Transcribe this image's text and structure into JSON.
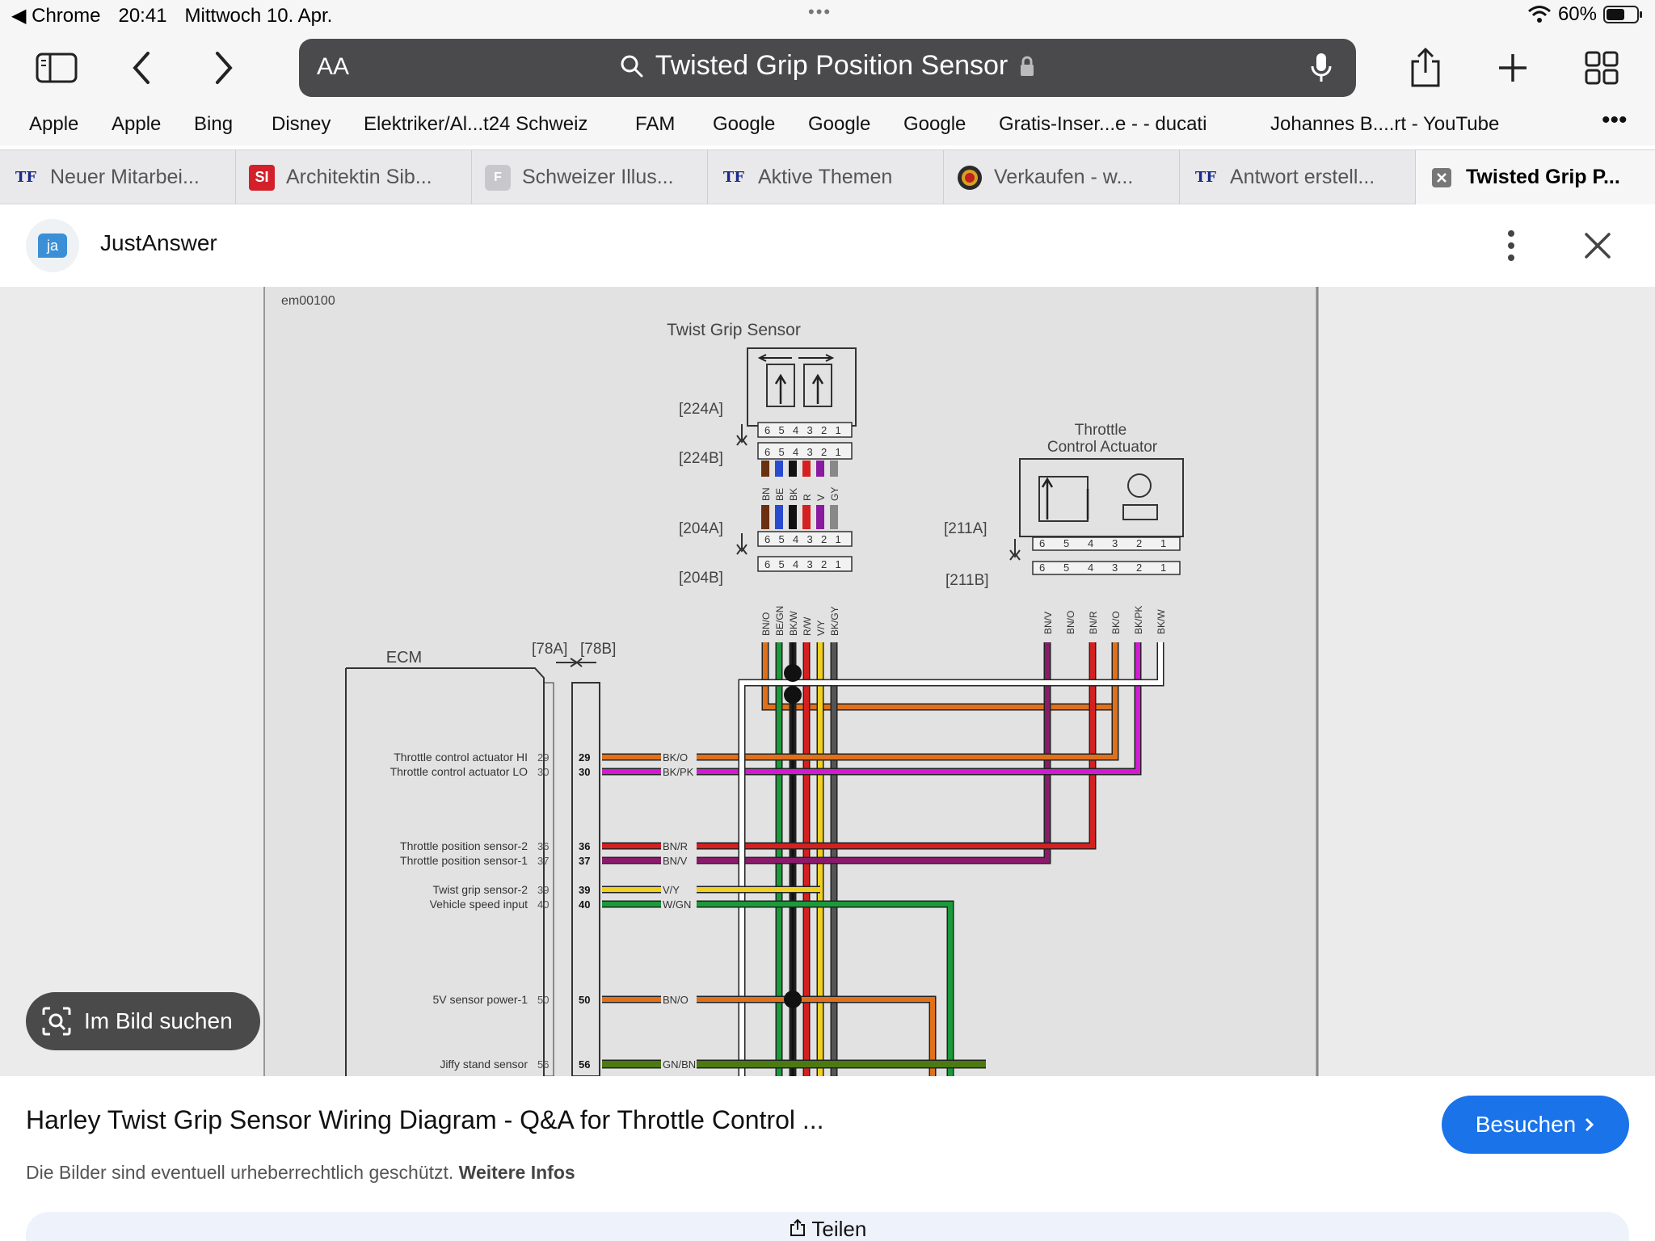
{
  "status_bar": {
    "back_app": "◀ Chrome",
    "time": "20:41",
    "date": "Mittwoch 10. Apr.",
    "battery": "60%",
    "battery_level": 0.6
  },
  "toolbar": {
    "aa_label": "AA",
    "url_title": "Twisted Grip Position Sensor"
  },
  "bookmarks": [
    "Apple",
    "Apple",
    "Bing",
    "Disney",
    "Elektriker/Al...t24 Schweiz",
    "FAM",
    "Google",
    "Google",
    "Google",
    "Gratis-Inser...e -  - ducati",
    "Johannes B....rt - YouTube"
  ],
  "tabs": [
    {
      "label": "Neuer Mitarbei...",
      "icon": "TF"
    },
    {
      "label": "Architektin Sib...",
      "icon": "SI"
    },
    {
      "label": "Schweizer Illus...",
      "icon": "F"
    },
    {
      "label": "Aktive Themen",
      "icon": "TF"
    },
    {
      "label": "Verkaufen - w...",
      "icon": "badge"
    },
    {
      "label": "Antwort erstell...",
      "icon": "TF"
    },
    {
      "label": "Twisted Grip P...",
      "icon": "close",
      "active": true
    }
  ],
  "site": {
    "name": "JustAnswer",
    "logo_text": "ja"
  },
  "diagram": {
    "code": "em00100",
    "twist_grip_title": "Twist Grip Sensor",
    "tca_title_1": "Throttle",
    "tca_title_2": "Control Actuator",
    "ecm_label": "ECM",
    "connectors": {
      "c224a": "[224A]",
      "c224b": "[224B]",
      "c204a": "[204A]",
      "c204b": "[204B]",
      "c211a": "[211A]",
      "c211b": "[211B]",
      "c78a": "[78A]",
      "c78b": "[78B]"
    },
    "pins_6": [
      "6",
      "5",
      "4",
      "3",
      "2",
      "1"
    ],
    "tgs_top_wires": [
      "BN",
      "BE",
      "BK",
      "R",
      "V",
      "GY"
    ],
    "tgs_bottom_wires": [
      "BN/O",
      "BE/GN",
      "BK/W",
      "R/W",
      "V/Y",
      "BK/GY"
    ],
    "tca_wires": [
      "BN/V",
      "BN/O",
      "BN/R",
      "BK/O",
      "BK/PK",
      "BK/W"
    ],
    "ecm_rows": [
      {
        "label": "Throttle control actuator HI",
        "pin": "29",
        "wire": "BK/O"
      },
      {
        "label": "Throttle control actuator LO",
        "pin": "30",
        "wire": "BK/PK"
      },
      {
        "label": "Throttle position sensor-2",
        "pin": "36",
        "wire": "BN/R"
      },
      {
        "label": "Throttle position sensor-1",
        "pin": "37",
        "wire": "BN/V"
      },
      {
        "label": "Twist grip sensor-2",
        "pin": "39",
        "wire": "V/Y"
      },
      {
        "label": "Vehicle speed input",
        "pin": "40",
        "wire": "W/GN"
      },
      {
        "label": "5V sensor power-1",
        "pin": "50",
        "wire": "BN/O"
      },
      {
        "label": "Jiffy stand sensor",
        "pin": "56",
        "wire": "GN/BN"
      }
    ]
  },
  "lens_button": "Im Bild suchen",
  "result": {
    "title": "Harley Twist Grip Sensor Wiring Diagram - Q&A for Throttle Control ...",
    "visit_label": "Besuchen",
    "copyright_note": "Die Bilder sind eventuell urheberrechtlich geschützt.",
    "more_info": "Weitere Infos",
    "share_label": "Teilen"
  },
  "colors": {
    "accent_blue": "#1a73e8",
    "url_bar": "#4a4a4c",
    "wire_orange": "#e0701a",
    "wire_magenta": "#d21ad2",
    "wire_red": "#d42020",
    "wire_purple": "#8a1a6a",
    "wire_yellow": "#f0d020",
    "wire_green": "#1a9a3a",
    "wire_darkgreen": "#4a7a10"
  }
}
